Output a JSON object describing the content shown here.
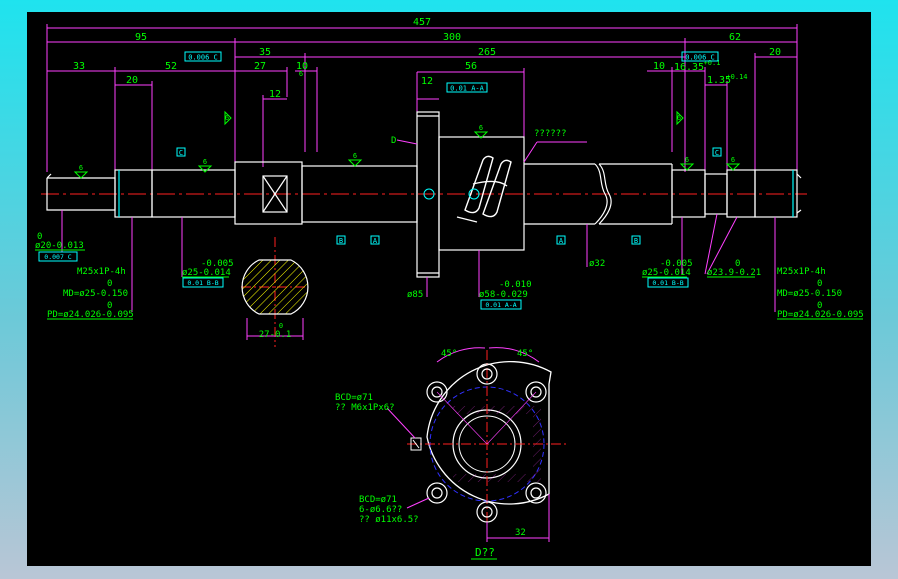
{
  "drawing": {
    "top_dims": {
      "overall": "457",
      "left_flange_span": "95",
      "center_span": "300",
      "right_end": "62",
      "right_tail": "20",
      "span_35": "35",
      "span_265": "265",
      "end_33": "33",
      "end_20": "20",
      "span_52": "52",
      "span_27": "27",
      "span_10_left": "10",
      "flange_12": "12",
      "nut_56": "56",
      "span_10_right": "10",
      "offset_16": "16.35",
      "tol_16": "+0.1",
      "groove_135": "1.35",
      "tol_135": "+0.14"
    },
    "frames": {
      "runout_left": "0.006 C",
      "runout_right": "0.006 C",
      "nut_perp": "0.01 A-A",
      "datum_c_left": "C",
      "datum_c_right": "C",
      "datum_b_left": "B",
      "datum_a_left": "A",
      "datum_a_right": "A",
      "datum_b_right": "B",
      "frame_left_d20": "0.007 C",
      "frame_left_d25": "0.01 B-B",
      "frame_nut": "0.01 A-A",
      "frame_right_d25": "0.01 B-B"
    },
    "roughness": {
      "r1": "6",
      "r2": "6",
      "r3": "6",
      "r4": "6",
      "r5": "6",
      "r6": "6",
      "r7": "6",
      "r8": "6",
      "r9": "6"
    },
    "labels": {
      "d_mark": "D",
      "unknown_note": "??????",
      "left_d20": "ø20-0.013",
      "left_d20_top": "0",
      "thread_left_1": "M25x1P-4h",
      "thread_left_2": "0",
      "thread_left_3": "MD=ø25-0.150",
      "thread_left_4": "0",
      "thread_left_5": "PD=ø24.026-0.095",
      "d25_left_1": "-0.005",
      "d25_left_2": "ø25-0.014",
      "flange_d85": "ø85",
      "nut_d58_1": "-0.010",
      "nut_d58_2": "ø58-0.029",
      "shaft_d32": "ø32",
      "d25_right_1": "-0.005",
      "d25_right_2": "ø25-0.014",
      "d239_1": "0",
      "d239_2": "ø23.9-0.21",
      "thread_right_1": "M25x1P-4h",
      "thread_right_2": "0",
      "thread_right_3": "MD=ø25-0.150",
      "thread_right_4": "0",
      "thread_right_5": "PD=ø24.026-0.095",
      "section_27": "27-0.1",
      "section_27_top": "0"
    },
    "flange_view": {
      "angle_left": "45°",
      "angle_right": "45°",
      "bcd1": "BCD=ø71",
      "bcd1_note": "?? M6x1Px6?",
      "bcd2": "BCD=ø71",
      "bcd2_note1": "6-ø6.6??",
      "bcd2_note2": "?? ø11x6.5?",
      "dim_32": "32",
      "view_label": "D??"
    },
    "colors": {
      "outline": "#ffffff",
      "dimension": "#00ff00",
      "centerline": "#ff2020",
      "hidden": "#3030ff",
      "leader": "#ff40ff",
      "tolerance_frame": "#00ffff",
      "flange": "#dddddd",
      "section_hatch": "#ffff00"
    }
  }
}
